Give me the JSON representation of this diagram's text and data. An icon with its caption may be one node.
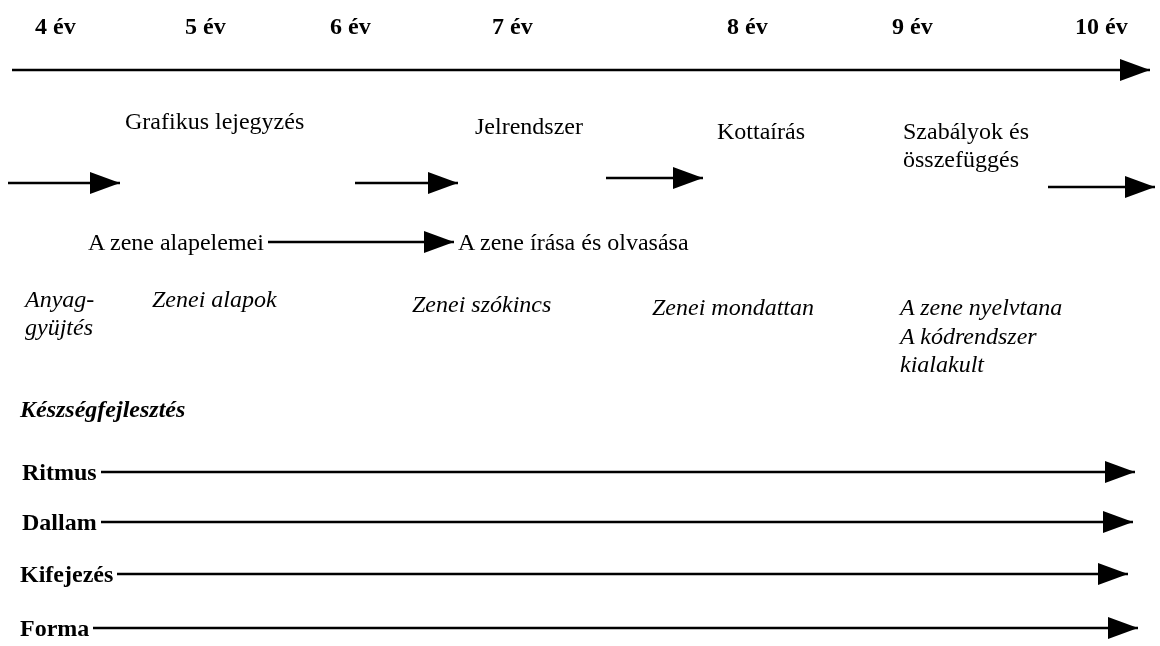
{
  "diagram": {
    "nodes": [
      {
        "text": [
          "A zene alapelemei"
        ]
      },
      {
        "text": [
          "A zene írása és olvasása"
        ]
      },
      {
        "text": [
          "Ritmus"
        ]
      },
      {
        "text": [
          "Dallam"
        ]
      },
      {
        "text": [
          "Kifejezés"
        ]
      },
      {
        "text": [
          "Forma"
        ]
      }
    ],
    "edges": [
      {
        "from": 0,
        "to": 1,
        "arrow": "to"
      },
      {
        "from": 2,
        "to": null,
        "arrow": "to"
      },
      {
        "from": 3,
        "to": null,
        "arrow": "to"
      },
      {
        "from": 4,
        "to": null,
        "arrow": "to"
      },
      {
        "from": 5,
        "to": null,
        "arrow": "to"
      }
    ],
    "labels": [
      "4 év",
      "5 év",
      "6 év",
      "7 év",
      "8 év",
      "9 év",
      "10 év",
      "Grafikus lejegyzés",
      "Jelrendszer",
      "Kottaírás",
      "Szabályok és összefüggés",
      "Anyag-gyüjtés",
      "Zenei alapok",
      "Zenei szókincs",
      "Zenei mondattan",
      "A zene nyelvtana",
      "A kódrendszer kialakult",
      "Készségfejlesztés"
    ]
  }
}
